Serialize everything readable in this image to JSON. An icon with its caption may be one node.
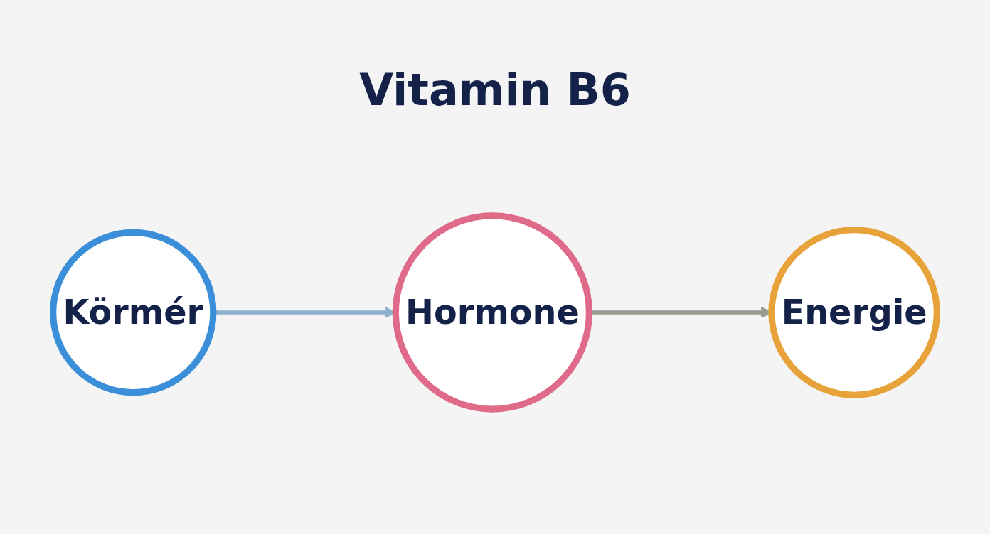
{
  "diagram": {
    "title": "Vitamin B6",
    "nodes": [
      {
        "text": [
          "Körmér"
        ]
      },
      {
        "text": [
          "Hormone"
        ]
      },
      {
        "text": [
          "Energie"
        ]
      }
    ],
    "edges": [
      {
        "from": 0,
        "to": 1,
        "arrow": "to",
        "color": "#8fb0cc"
      },
      {
        "from": 1,
        "to": 2,
        "arrow": "to",
        "color": "#9a9a90"
      }
    ]
  }
}
